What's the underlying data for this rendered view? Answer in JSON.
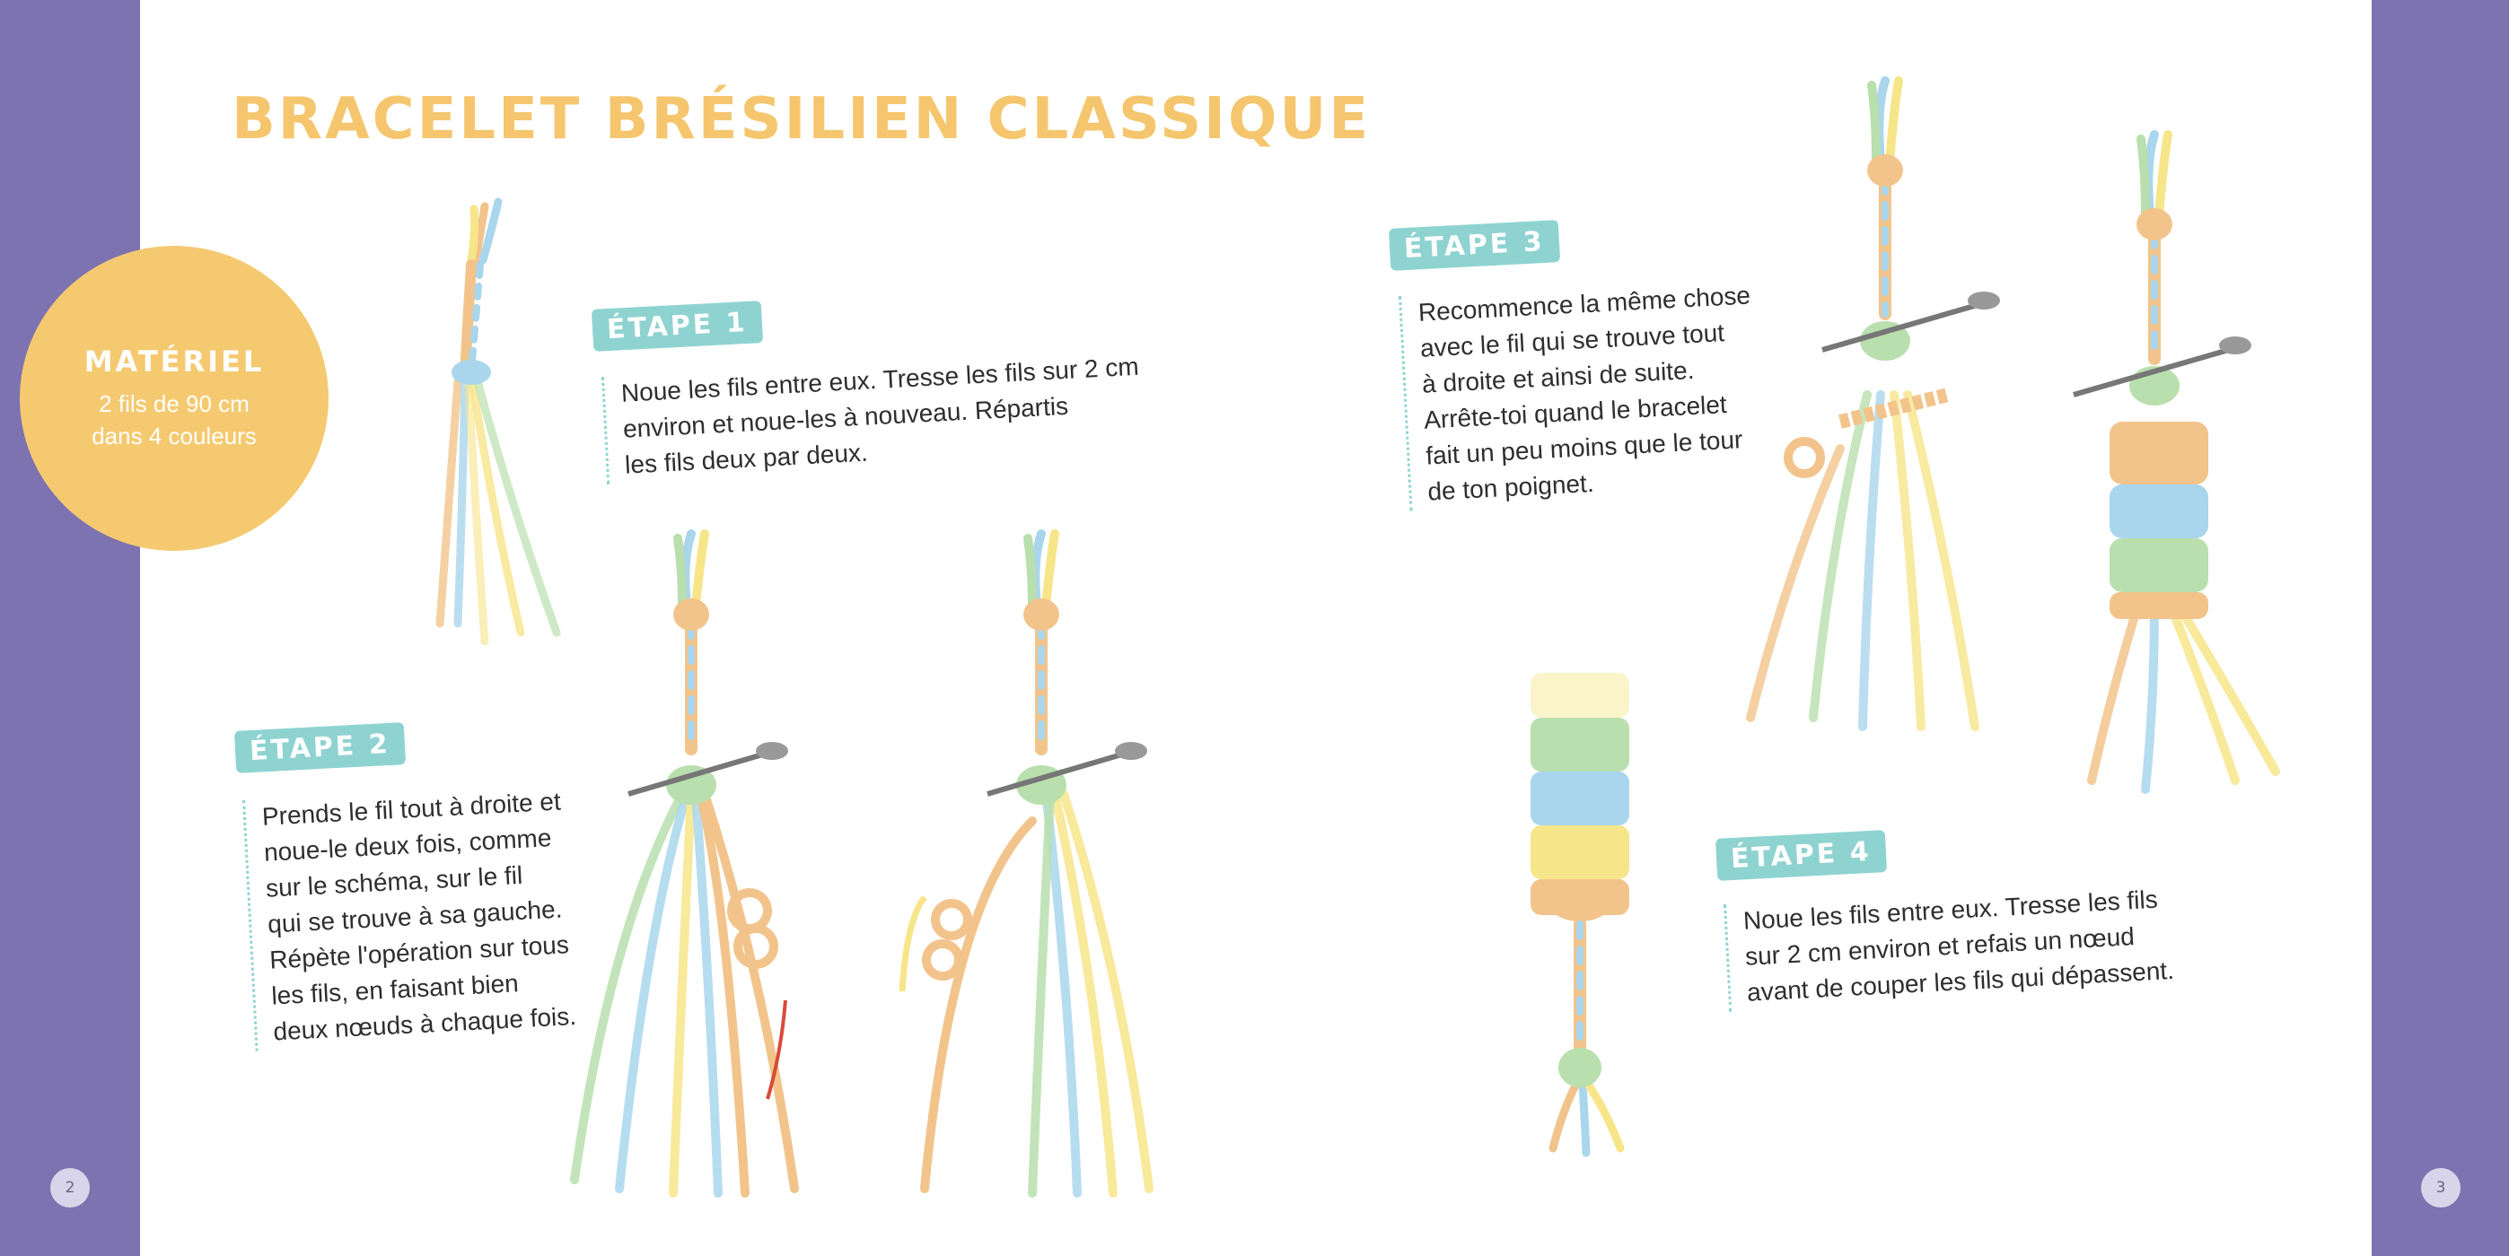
{
  "title": "BRACELET BRÉSILIEN CLASSIQUE",
  "materiel": {
    "heading": "MATÉRIEL",
    "lines": [
      "2 fils de 90 cm",
      "dans 4 couleurs"
    ]
  },
  "steps": [
    {
      "label": "ÉTAPE 1",
      "lines": [
        "Noue les fils entre eux. Tresse les fils sur 2 cm",
        "environ et noue-les à nouveau. Répartis",
        "les fils deux par deux."
      ]
    },
    {
      "label": "ÉTAPE 2",
      "lines": [
        "Prends le fil tout à droite et",
        "noue-le deux fois, comme",
        "sur le schéma, sur le fil",
        "qui se trouve à sa gauche.",
        "Répète l'opération sur tous",
        "les fils, en faisant bien",
        "deux nœuds à chaque fois."
      ]
    },
    {
      "label": "ÉTAPE 3",
      "lines": [
        "Recommence la même chose",
        "avec le fil qui se trouve tout",
        "à droite et ainsi de suite.",
        "Arrête-toi quand le bracelet",
        "fait un peu moins que le tour",
        "de ton poignet."
      ]
    },
    {
      "label": "ÉTAPE 4",
      "lines": [
        "Noue les fils entre eux. Tresse les fils",
        "sur 2 cm environ et refais un nœud",
        "avant de couper les fils qui dépassent."
      ]
    }
  ],
  "page_numbers": [
    "2",
    "3"
  ],
  "colors": {
    "band": "#7c73b0",
    "title": "#f5c66e",
    "materiel_circle": "#f5c970",
    "step_label": "#8fd3d1",
    "thread_orange": "#f2c48c",
    "thread_yellow": "#f7e58a",
    "thread_blue": "#a9d6ec",
    "thread_green": "#b9dfae",
    "arrow": "#d94a3a"
  }
}
